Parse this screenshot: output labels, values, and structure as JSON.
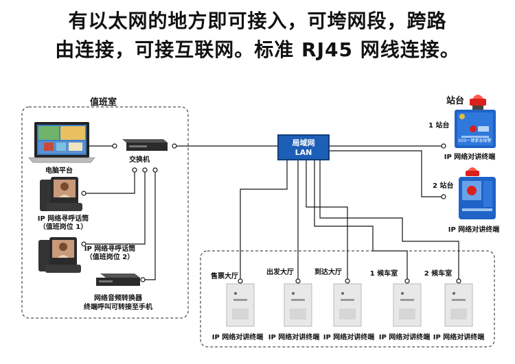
{
  "headline": {
    "line1": "有以太网的地方即可接入，可垮网段，跨路",
    "line2": "由连接，可接互联网。标准 RJ45 网线连接。"
  },
  "duty_room": {
    "title": "值班室",
    "pc_label": "电脑平台",
    "switch_label": "交换机",
    "handset1": [
      "IP 网络寻呼话筒",
      "（值班岗位 1）"
    ],
    "handset2": [
      "IP 网络寻呼话筒",
      "（值班岗位 2）"
    ],
    "converter": [
      "网络音频转换器",
      "终端呼叫可转接至手机"
    ]
  },
  "lan": {
    "line1": "局域网",
    "line2": "LAN"
  },
  "station": {
    "title": "站台",
    "s1_label": "1 站台",
    "s2_label": "2 站台",
    "terminal_label": "IP 网络对讲终端",
    "panel_small_text": "SOS一键紧急报警"
  },
  "halls": [
    {
      "name": "售票大厅",
      "terminal": "IP 网络对讲终端"
    },
    {
      "name": "出发大厅",
      "terminal": "IP 网络对讲终端"
    },
    {
      "name": "到达大厅",
      "terminal": "IP 网络对讲终端"
    },
    {
      "name": "1 候车室",
      "terminal": "IP 网络对讲终端"
    },
    {
      "name": "2 候车室",
      "terminal": "IP 网络对讲终端"
    }
  ],
  "colors": {
    "lan_blue": "#1d5fb6",
    "line": "#111111",
    "beacon_red": "#d9201c",
    "panel_blue": "#1f63c6"
  },
  "icons": [
    "laptop-icon",
    "switch-icon",
    "desk-phone-icon",
    "audio-converter-icon",
    "intercom-panel-icon",
    "alarm-beacon-icon",
    "emergency-box-icon"
  ]
}
